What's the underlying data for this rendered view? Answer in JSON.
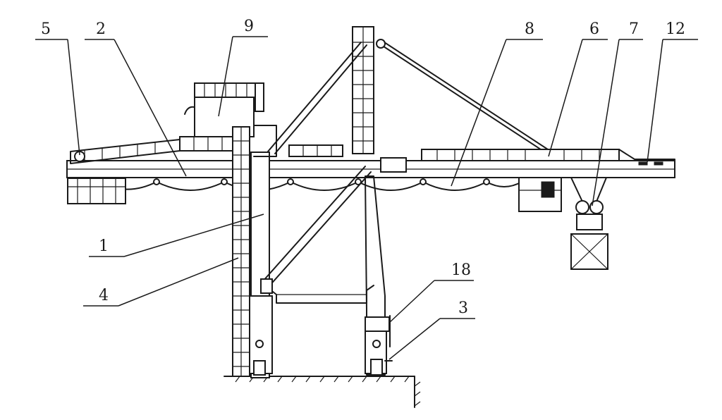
{
  "callouts": [
    {
      "id": "c5",
      "text": "5"
    },
    {
      "id": "c2",
      "text": "2"
    },
    {
      "id": "c9",
      "text": "9"
    },
    {
      "id": "c8",
      "text": "8"
    },
    {
      "id": "c6",
      "text": "6"
    },
    {
      "id": "c7",
      "text": "7"
    },
    {
      "id": "c12",
      "text": "12"
    },
    {
      "id": "c1",
      "text": "1"
    },
    {
      "id": "c4",
      "text": "4"
    },
    {
      "id": "c18",
      "text": "18"
    },
    {
      "id": "c3",
      "text": "3"
    }
  ],
  "colors": {
    "line": "#1a1a1a",
    "background": "#ffffff"
  }
}
